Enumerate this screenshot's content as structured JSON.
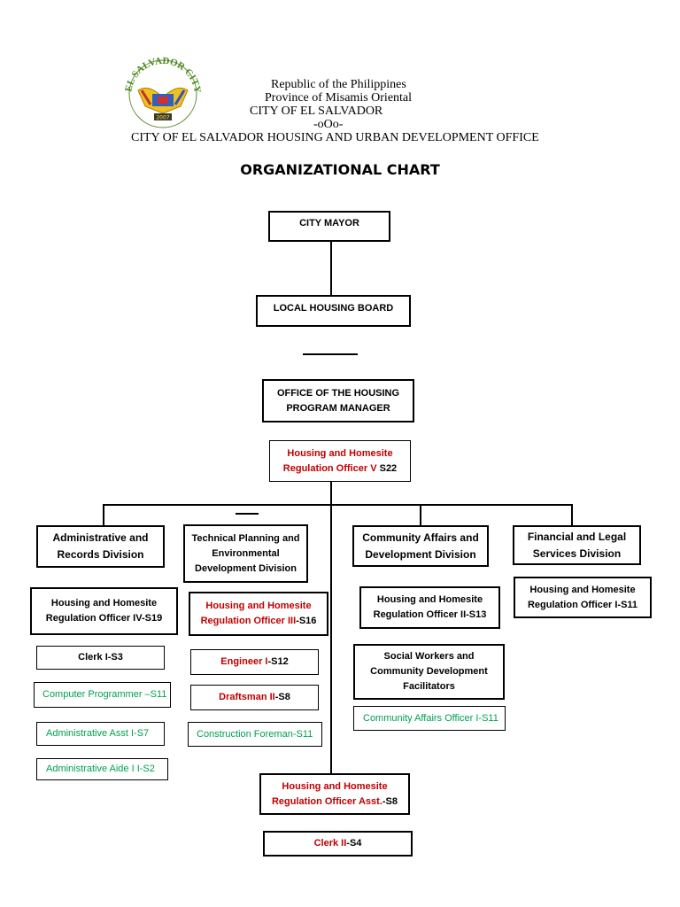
{
  "header": {
    "line1": "Republic of the Philippines",
    "line2": "Province of Misamis Oriental",
    "line3": "CITY OF  EL SALVADOR",
    "line4": "-oOo-",
    "line5": "CITY OF EL SALVADOR HOUSING AND URBAN DEVELOPMENT OFFICE",
    "seal_text": "EL SALVADOR CITY 2007"
  },
  "title": "ORGANIZATIONAL CHART",
  "colors": {
    "red_title": "#c00000",
    "green_title": "#00a050",
    "line": "#000000"
  },
  "chart": {
    "mayor": "CITY MAYOR",
    "board": "LOCAL HOUSING BOARD",
    "office": "OFFICE OF THE HOUSING PROGRAM MANAGER",
    "officer_v": {
      "title": "Housing and Homesite Regulation Officer V",
      "grade": " S22"
    },
    "divisions": {
      "admin": "Administrative and Records Division",
      "tech": "Technical Planning and Environmental Development Division",
      "community": "Community Affairs and Development Division",
      "finance": "Financial and Legal Services Division"
    },
    "admin_staff": {
      "officer_iv": "Housing and Homesite Regulation Officer IV-S19",
      "clerk": "Clerk I-S3",
      "programmer": "Computer Programmer –S11",
      "asst": "Administrative Asst I-S7",
      "aide": "Administrative  Aide I I-S2"
    },
    "tech_staff": {
      "officer_iii": {
        "title": "Housing and Homesite Regulation Officer III",
        "grade": "-S16"
      },
      "engineer": {
        "title": "Engineer I",
        "grade": "-S12"
      },
      "draftsman": {
        "title": "Draftsman II",
        "grade": "-S8"
      },
      "foreman": "Construction Foreman-S11"
    },
    "community_staff": {
      "officer_ii": "Housing and Homesite Regulation Officer II-S13",
      "social": "Social Workers and Community Development Facilitators",
      "affairs_officer": "Community Affairs Officer I-S11"
    },
    "finance_staff": {
      "officer_i": "Housing and Homesite Regulation Officer I-S11"
    },
    "officer_asst": {
      "title": "Housing and Homesite Regulation Officer Asst.",
      "grade": "-S8"
    },
    "clerk_ii": {
      "title": "Clerk II",
      "grade": "-S4"
    }
  }
}
